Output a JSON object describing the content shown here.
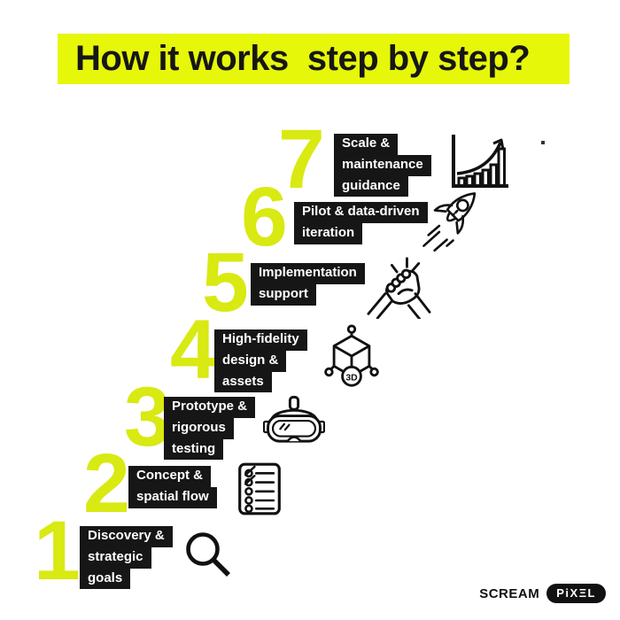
{
  "title": "How it works  step by step?",
  "colors": {
    "accent_lime": "#E6F70A",
    "number_lime": "#D9E912",
    "label_black": "#161616",
    "icon_stroke": "#111111"
  },
  "steps": [
    {
      "num": "1",
      "lines": [
        "Discovery &",
        "strategic",
        "goals"
      ],
      "icon": "magnifier-icon"
    },
    {
      "num": "2",
      "lines": [
        "Concept &",
        "spatial flow"
      ],
      "icon": "checklist-icon"
    },
    {
      "num": "3",
      "lines": [
        "Prototype &",
        "rigorous",
        "testing"
      ],
      "icon": "vr-headset-icon"
    },
    {
      "num": "4",
      "lines": [
        "High-fidelity",
        "design &",
        "assets"
      ],
      "icon": "3d-cube-icon"
    },
    {
      "num": "5",
      "lines": [
        "Implementation",
        "support"
      ],
      "icon": "handshake-icon"
    },
    {
      "num": "6",
      "lines": [
        "Pilot & data-driven",
        "iteration"
      ],
      "icon": "rocket-icon"
    },
    {
      "num": "7",
      "lines": [
        "Scale &",
        "maintenance",
        "guidance"
      ],
      "icon": "growth-chart-icon"
    }
  ],
  "cube_icon_label": "3D",
  "logo": {
    "brand": "SCREAM",
    "badge": "PiXΞL"
  }
}
